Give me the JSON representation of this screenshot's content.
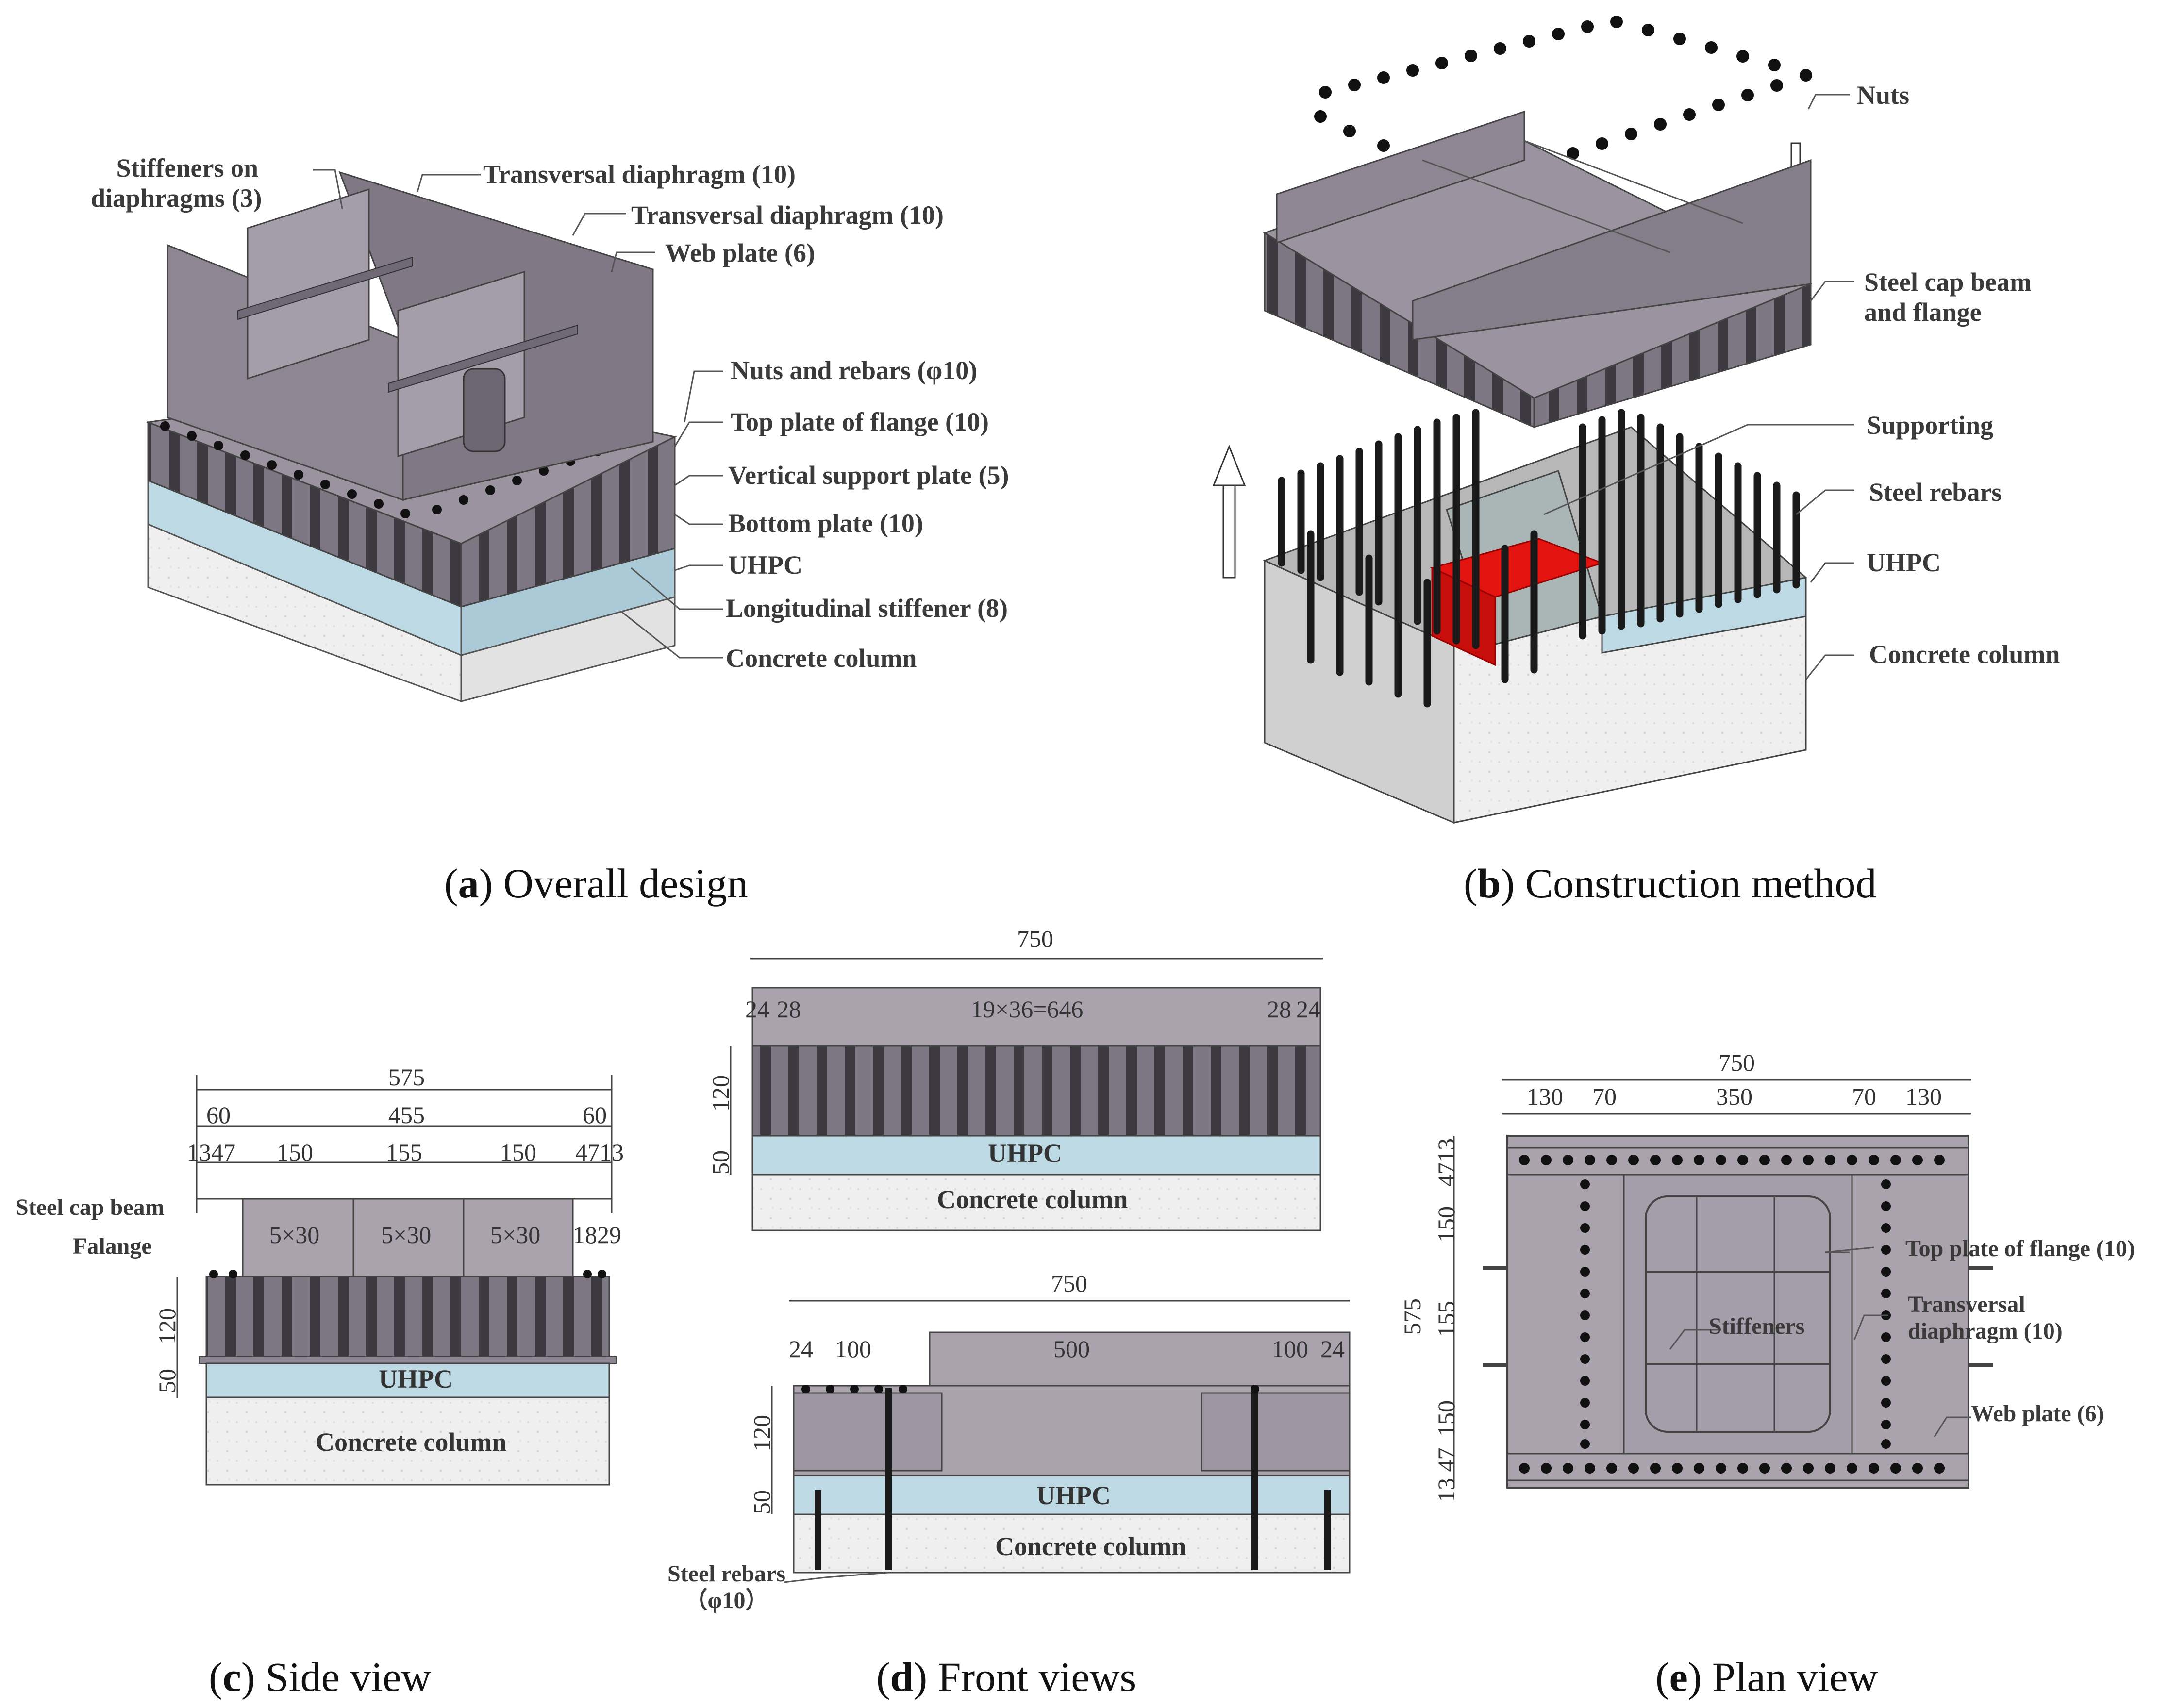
{
  "panel_a": {
    "caption_letter": "a",
    "caption_text": "Overall design",
    "labels": {
      "stiffeners_line1": "Stiffeners on",
      "stiffeners_line2": "diaphragms (3)",
      "transversal_1": "Transversal diaphragm (10)",
      "transversal_2": "Transversal diaphragm (10)",
      "web_plate": "Web plate (6)",
      "nuts_rebars": "Nuts and rebars (φ10)",
      "top_plate": "Top plate of flange (10)",
      "vertical_support": "Vertical support plate (5)",
      "bottom_plate": "Bottom plate (10)",
      "uhpc": "UHPC",
      "long_stiffener": "Longitudinal stiffener (8)",
      "concrete_column": "Concrete column"
    }
  },
  "panel_b": {
    "caption_letter": "b",
    "caption_text": "Construction method",
    "labels": {
      "nuts": "Nuts",
      "steel_cap_line1": "Steel cap beam",
      "steel_cap_line2": "and flange",
      "supporting": "Supporting",
      "steel_rebars": "Steel rebars",
      "uhpc": "UHPC",
      "concrete_column": "Concrete column"
    }
  },
  "panel_c": {
    "caption_letter": "c",
    "caption_text": "Side view",
    "dims": {
      "total": "575",
      "left_60": "60",
      "mid_455": "455",
      "right_60": "60",
      "small_left": "1347",
      "s150a": "150",
      "s155": "155",
      "s150b": "150",
      "small_right": "4713",
      "d5x30a": "5×30",
      "d5x30b": "5×30",
      "d5x30c": "5×30",
      "d1829": "1829",
      "h120": "120",
      "h50": "50"
    },
    "labels": {
      "steel_cap_beam": "Steel cap beam",
      "falange": "Falange",
      "uhpc": "UHPC",
      "concrete_column": "Concrete column"
    }
  },
  "panel_d": {
    "caption_letter": "d",
    "caption_text": "Front views",
    "top_dims": {
      "total": "750",
      "left_24": "24",
      "left_28": "28",
      "middle": "19×36=646",
      "right_28": "28",
      "right_24": "24",
      "h120": "120",
      "h50": "50"
    },
    "bottom_dims": {
      "total": "750",
      "left_24": "24",
      "left_100": "100",
      "mid_500": "500",
      "right_100": "100",
      "right_24": "24",
      "h120": "120",
      "h50": "50"
    },
    "labels": {
      "uhpc_top": "UHPC",
      "concrete_top": "Concrete column",
      "uhpc_bottom": "UHPC",
      "concrete_bottom": "Concrete column",
      "steel_rebars_line1": "Steel rebars",
      "steel_rebars_line2": "（φ10）"
    }
  },
  "panel_e": {
    "caption_letter": "e",
    "caption_text": "Plan view",
    "dims": {
      "total": "750",
      "d130a": "130",
      "d70a": "70",
      "d350": "350",
      "d70b": "70",
      "d130b": "130",
      "v575": "575",
      "v4713": "4713",
      "v150a": "150",
      "v155": "155",
      "v150b": "150",
      "v1347": "13 47"
    },
    "labels": {
      "top_plate": "Top plate of flange (10)",
      "transversal_line1": "Transversal",
      "transversal_line2": "diaphragm (10)",
      "stiffeners": "Stiffeners",
      "web_plate": "Web plate (6)"
    }
  },
  "colors": {
    "steel": "#8e8693",
    "steel_dark": "#5f5a64",
    "steel_light": "#aaa3ad",
    "uhpc": "#bcd9e4",
    "concrete": "#ececec",
    "red_block": "#e3130f",
    "rebar": "#1a1a1a"
  }
}
